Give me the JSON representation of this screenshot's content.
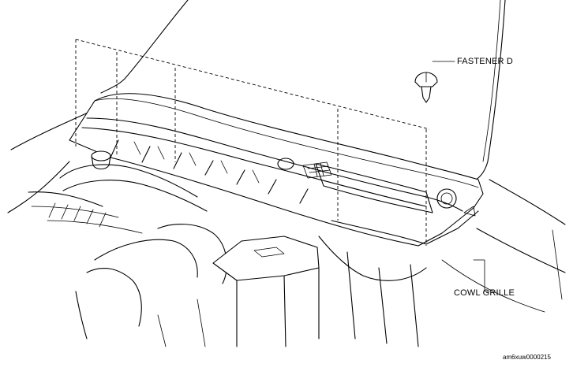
{
  "labels": {
    "fastener": "FASTENER D",
    "cowl": "COWL GRILLE",
    "code": "am6xuw0000215"
  }
}
